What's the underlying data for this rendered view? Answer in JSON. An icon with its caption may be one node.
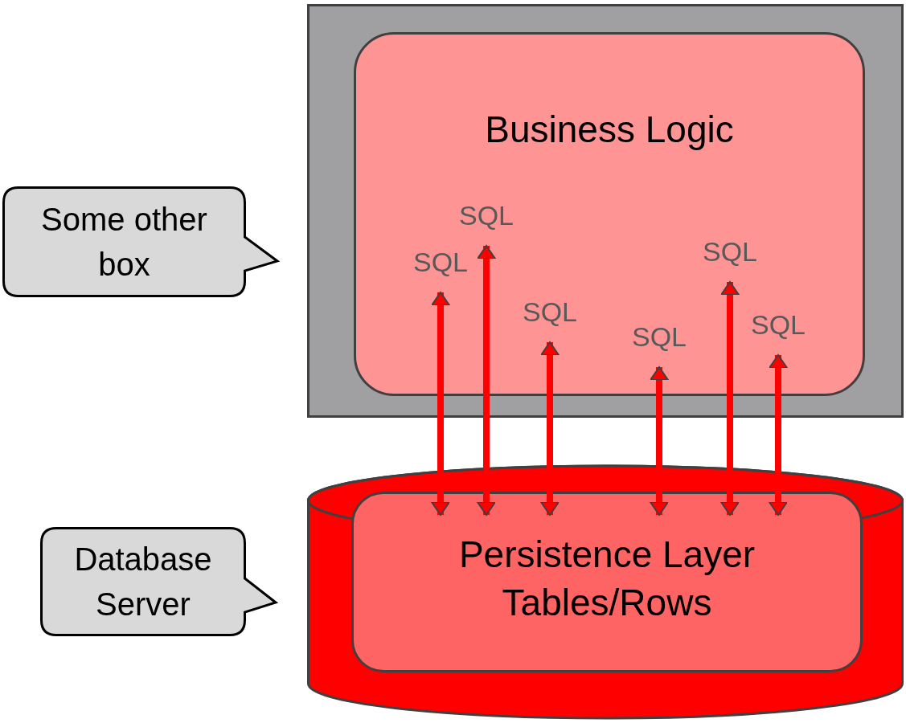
{
  "diagram": {
    "nodes": [
      {
        "text": [],
        "shape": "box"
      },
      {
        "text": [
          "Business Logic"
        ],
        "in": 0
      },
      {
        "text": [],
        "shape": "cylinder"
      },
      {
        "text": [
          "Persistence Layer",
          "Tables/Rows"
        ],
        "in": 2
      },
      {
        "text": [
          "Some other box"
        ]
      },
      {
        "text": [
          "Database Server"
        ]
      }
    ],
    "edges": [
      {
        "from": 3,
        "to": 1,
        "arrow": "both",
        "label": "SQL"
      },
      {
        "from": 3,
        "to": 1,
        "arrow": "both",
        "label": "SQL"
      },
      {
        "from": 3,
        "to": 1,
        "arrow": "both",
        "label": "SQL"
      },
      {
        "from": 3,
        "to": 1,
        "arrow": "both",
        "label": "SQL"
      },
      {
        "from": 3,
        "to": 1,
        "arrow": "both",
        "label": "SQL"
      },
      {
        "from": 3,
        "to": 1,
        "arrow": "both",
        "label": "SQL"
      }
    ]
  }
}
